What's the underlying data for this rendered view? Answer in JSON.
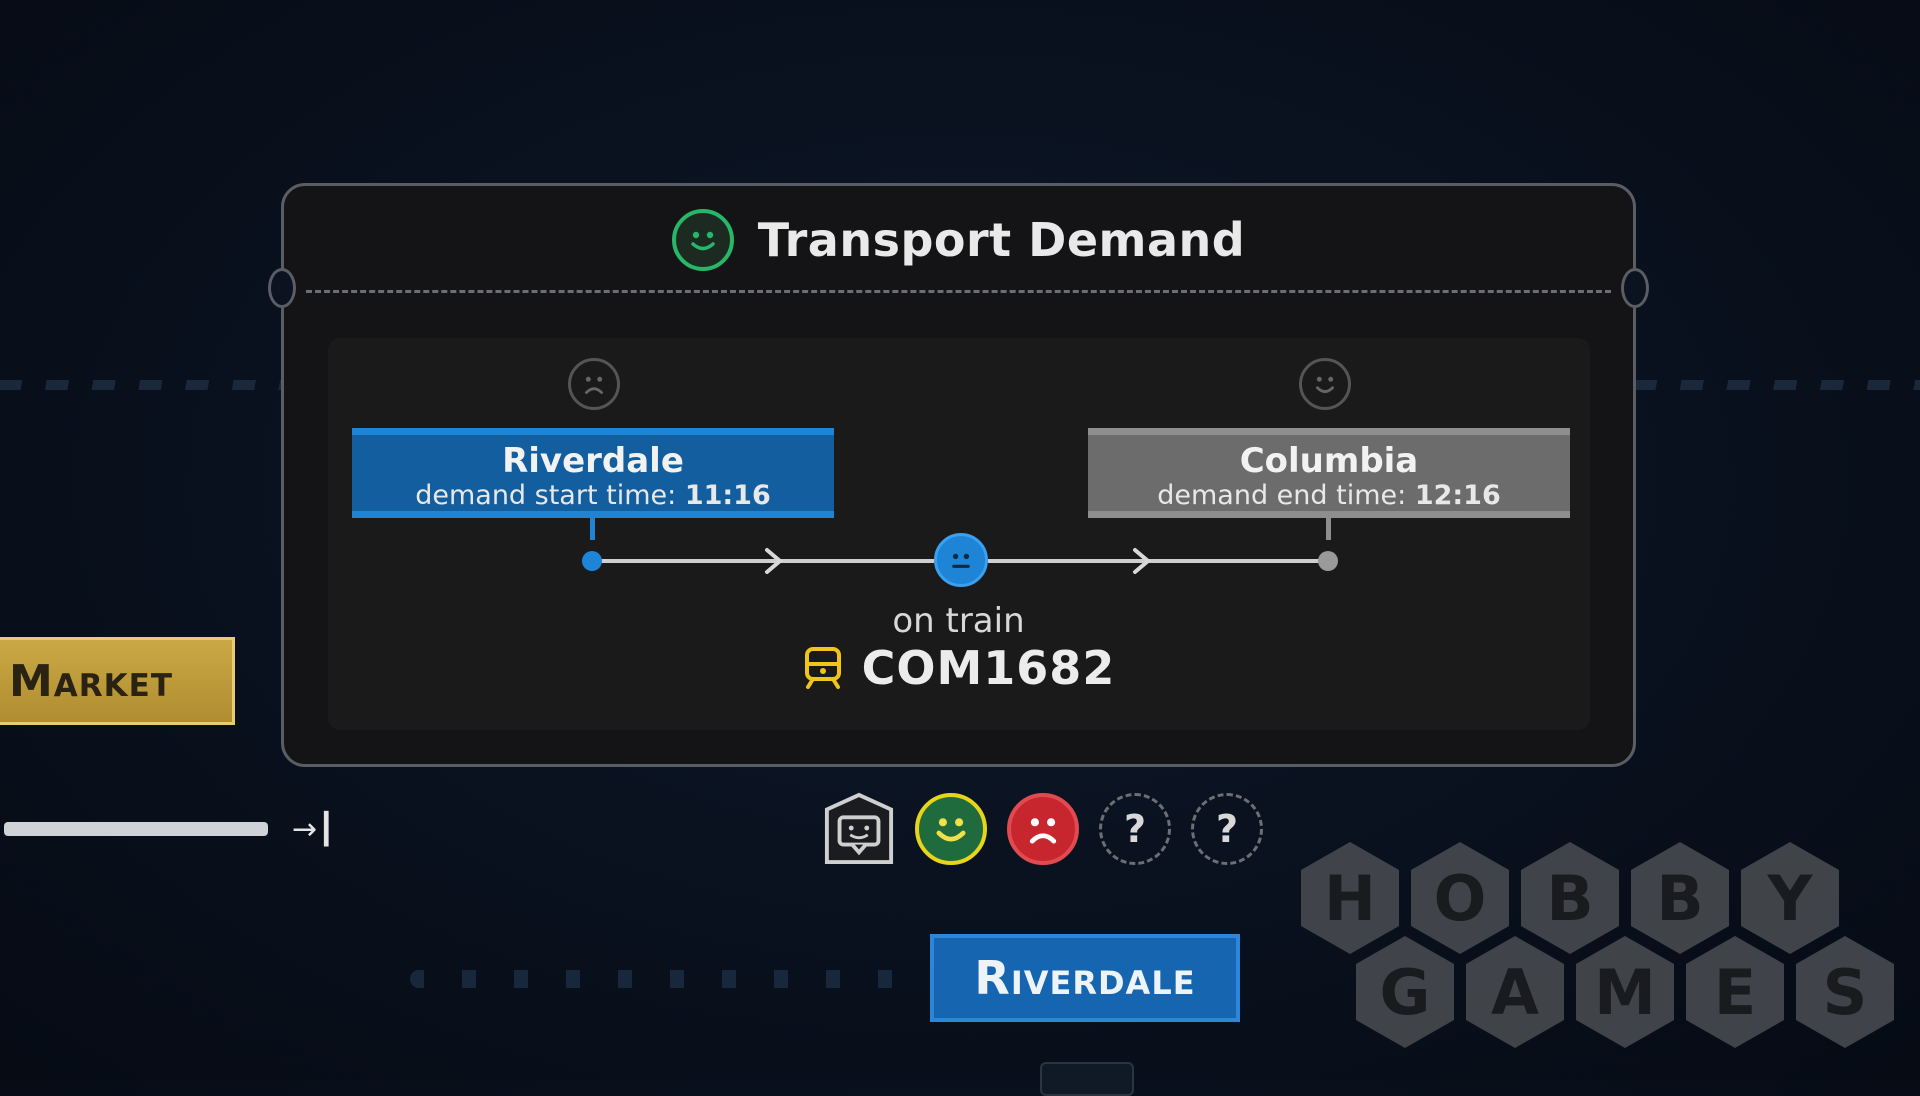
{
  "panel": {
    "title": "Transport Demand",
    "title_icon": "happy-face-icon",
    "source": {
      "name": "Riverdale",
      "time_label": "demand start time:",
      "time": "11:16",
      "mood": "sad-face-icon"
    },
    "destination": {
      "name": "Columbia",
      "time_label": "demand end time:",
      "time": "12:16",
      "mood": "happy-face-icon"
    },
    "status": "on train",
    "train_id": "COM1682",
    "train_icon": "train-icon"
  },
  "options": [
    {
      "icon": "chat-bubble-icon"
    },
    {
      "icon": "happy-face-icon"
    },
    {
      "icon": "sad-face-icon"
    },
    {
      "icon": "unknown-icon",
      "label": "?"
    },
    {
      "icon": "unknown-icon",
      "label": "?"
    }
  ],
  "left_panel": {
    "market_label": "Market",
    "arrow": "→"
  },
  "city_button": {
    "label": "Riverdale"
  },
  "watermark": {
    "row1": [
      "H",
      "O",
      "B",
      "B",
      "Y"
    ],
    "row2": [
      "G",
      "A",
      "M",
      "E",
      "S"
    ]
  },
  "colors": {
    "accent_blue": "#1d84d6",
    "happy_green": "#27b768",
    "sad_red": "#c8262e",
    "market_gold": "#c9a945"
  }
}
